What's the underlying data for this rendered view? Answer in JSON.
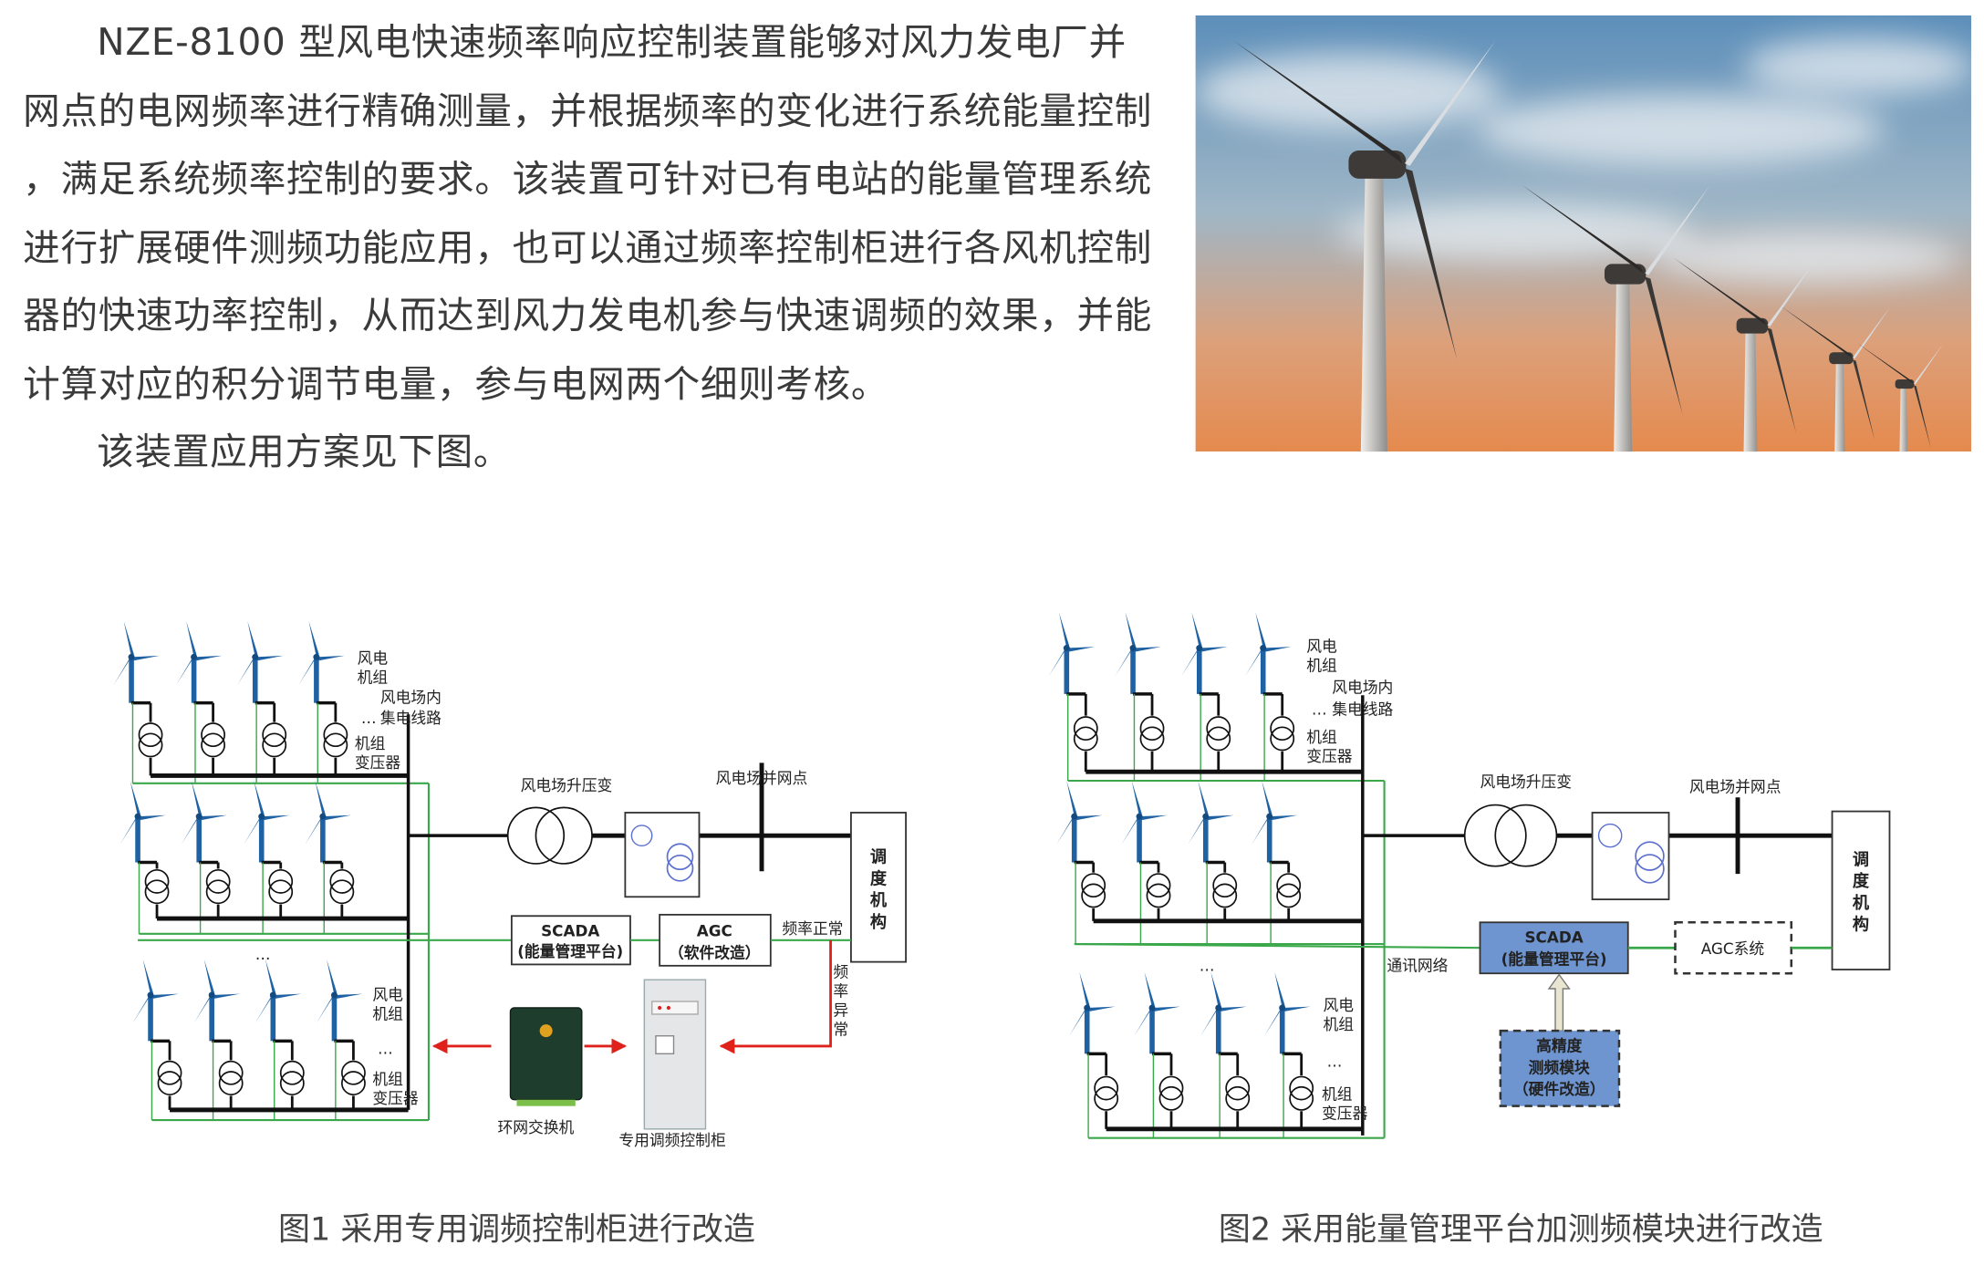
{
  "intro": {
    "lines": [
      "NZE-8100 型风电快速频率响应控制装置能够对风力发电厂并",
      "网点的电网频率进行精确测量，并根据频率的变化进行系统能量控制",
      "，满足系统频率控制的要求。该装置可针对已有电站的能量管理系统",
      "进行扩展硬件测频功能应用，也可以通过频率控制柜进行各风机控制",
      "器的快速功率控制，从而达到风力发电机参与快速调频的效果，并能",
      "计算对应的积分调节电量，参与电网两个细则考核。",
      "该装置应用方案见下图。"
    ]
  },
  "fig1": {
    "wind_unit": [
      "风电",
      "机组"
    ],
    "collector": [
      "风电场内",
      "集电线路"
    ],
    "unit_transformer": [
      "机组",
      "变压器"
    ],
    "ellipsis": "…",
    "step_up": "风电场升压变",
    "grid_point": "风电场并网点",
    "dispatch": [
      "调",
      "度",
      "机",
      "构"
    ],
    "scada": [
      "SCADA",
      "(能量管理平台)"
    ],
    "agc": [
      "AGC",
      "（软件改造）"
    ],
    "freq_normal": "频率正常",
    "freq_abnormal": [
      "频",
      "率",
      "异",
      "常"
    ],
    "switch": "环网交换机",
    "cabinet": "专用调频控制柜",
    "caption": "图1  采用专用调频控制柜进行改造"
  },
  "fig2": {
    "wind_unit": [
      "风电",
      "机组"
    ],
    "collector": [
      "风电场内",
      "集电线路"
    ],
    "unit_transformer": [
      "机组",
      "变压器"
    ],
    "ellipsis": "…",
    "step_up": "风电场升压变",
    "grid_point": "风电场并网点",
    "dispatch": [
      "调",
      "度",
      "机",
      "构"
    ],
    "scada": [
      "SCADA",
      "(能量管理平台)"
    ],
    "agc": "AGC系统",
    "network": "通讯网络",
    "module": [
      "高精度",
      "测频模块",
      "（硬件改造）"
    ],
    "caption": "图2  采用能量管理平台加测频模块进行改造"
  },
  "colors": {
    "turbine_blue": "#1f62a3",
    "green_line": "#3aa84a",
    "red_arrow": "#e0201b",
    "scada_fill": "#6e95cf"
  }
}
